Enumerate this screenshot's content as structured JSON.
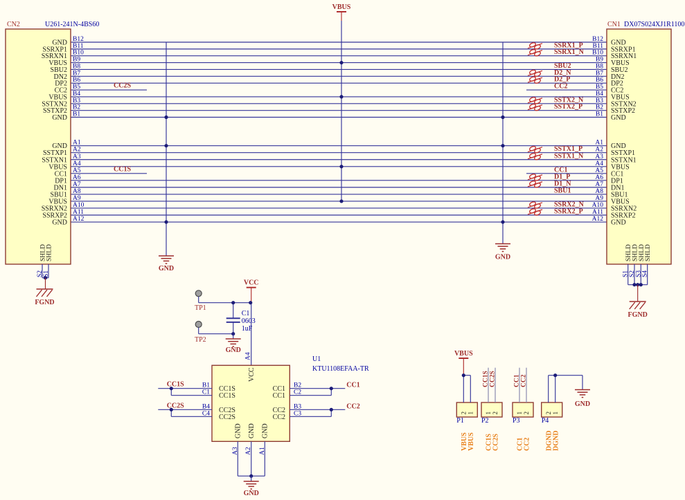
{
  "colors": {
    "background": "#FFFDF2",
    "wire": "#34349A",
    "wire_light": "#8585AD",
    "junction": "#1C1C78",
    "red_label": "#9E2D2D",
    "power_red": "#B03030",
    "blue_text": "#0000A0",
    "pin_name": "#222222",
    "box_fill": "#FFFFC5",
    "box_border": "#8E3B34",
    "orange": "#E8821E",
    "tp_fill": "#9E9E9E",
    "tp_stroke": "#4A4A4A"
  },
  "power": {
    "vbus_top": "VBUS",
    "gnd_left": "GND",
    "gnd_right": "GND",
    "vcc": "VCC",
    "gnd_c1": "GND",
    "gnd_u1": "GND",
    "fgnd_left": "FGND",
    "fgnd_right": "FGND",
    "vbus_p1": "VBUS",
    "gnd_p4": "GND"
  },
  "connector_left": {
    "designator": "CN2",
    "part": "U261-241N-4BS60",
    "b_pins": [
      {
        "num": "B12",
        "name": "GND"
      },
      {
        "num": "B11",
        "name": "SSRXP1"
      },
      {
        "num": "B10",
        "name": "SSRXN1"
      },
      {
        "num": "B9",
        "name": "VBUS"
      },
      {
        "num": "B8",
        "name": "SBU2"
      },
      {
        "num": "B7",
        "name": "DN2"
      },
      {
        "num": "B6",
        "name": "DP2"
      },
      {
        "num": "B5",
        "name": "CC2"
      },
      {
        "num": "B4",
        "name": "VBUS"
      },
      {
        "num": "B3",
        "name": "SSTXN2"
      },
      {
        "num": "B2",
        "name": "SSTXP2"
      },
      {
        "num": "B1",
        "name": "GND"
      }
    ],
    "a_pins": [
      {
        "num": "A1",
        "name": "GND"
      },
      {
        "num": "A2",
        "name": "SSTXP1"
      },
      {
        "num": "A3",
        "name": "SSTXN1"
      },
      {
        "num": "A4",
        "name": "VBUS"
      },
      {
        "num": "A5",
        "name": "CC1"
      },
      {
        "num": "A6",
        "name": "DP1"
      },
      {
        "num": "A7",
        "name": "DN1"
      },
      {
        "num": "A8",
        "name": "SBU1"
      },
      {
        "num": "A9",
        "name": "VBUS"
      },
      {
        "num": "A10",
        "name": "SSRXN2"
      },
      {
        "num": "A11",
        "name": "SSRXP2"
      },
      {
        "num": "A12",
        "name": "GND"
      }
    ],
    "shield_names": [
      "SHLD",
      "SHLD"
    ],
    "shield_nums": [
      "S2",
      "S1"
    ]
  },
  "connector_right": {
    "designator": "CN1",
    "part": "DX07S024XJ1R1100",
    "b_pins": [
      {
        "num": "B12",
        "name": "GND",
        "net": "",
        "diff": false
      },
      {
        "num": "B11",
        "name": "SSRXP1",
        "net": "SSRX1_P",
        "diff": true
      },
      {
        "num": "B10",
        "name": "SSRXN1",
        "net": "SSRX1_N",
        "diff": true
      },
      {
        "num": "B9",
        "name": "VBUS",
        "net": "",
        "diff": false
      },
      {
        "num": "B8",
        "name": "SBU2",
        "net": "SBU2",
        "diff": false
      },
      {
        "num": "B7",
        "name": "DN2",
        "net": "D2_N",
        "diff": true
      },
      {
        "num": "B6",
        "name": "DP2",
        "net": "D2_P",
        "diff": true
      },
      {
        "num": "B5",
        "name": "CC2",
        "net": "CC2",
        "diff": false
      },
      {
        "num": "B4",
        "name": "VBUS",
        "net": "",
        "diff": false
      },
      {
        "num": "B3",
        "name": "SSTXN2",
        "net": "SSTX2_N",
        "diff": true
      },
      {
        "num": "B2",
        "name": "SSTXP2",
        "net": "SSTX2_P",
        "diff": true
      },
      {
        "num": "B1",
        "name": "GND",
        "net": "",
        "diff": false
      }
    ],
    "a_pins": [
      {
        "num": "A1",
        "name": "GND",
        "net": "",
        "diff": false
      },
      {
        "num": "A2",
        "name": "SSTXP1",
        "net": "SSTX1_P",
        "diff": true
      },
      {
        "num": "A3",
        "name": "SSTXN1",
        "net": "SSTX1_N",
        "diff": true
      },
      {
        "num": "A4",
        "name": "VBUS",
        "net": "",
        "diff": false
      },
      {
        "num": "A5",
        "name": "CC1",
        "net": "CC1",
        "diff": false
      },
      {
        "num": "A6",
        "name": "DP1",
        "net": "D1_P",
        "diff": true
      },
      {
        "num": "A7",
        "name": "DN1",
        "net": "D1_N",
        "diff": true
      },
      {
        "num": "A8",
        "name": "SBU1",
        "net": "SBU1",
        "diff": false
      },
      {
        "num": "A9",
        "name": "VBUS",
        "net": "",
        "diff": false
      },
      {
        "num": "A10",
        "name": "SSRXN2",
        "net": "SSRX2_N",
        "diff": true
      },
      {
        "num": "A11",
        "name": "SSRXP2",
        "net": "SSRX2_P",
        "diff": true
      },
      {
        "num": "A12",
        "name": "GND",
        "net": "",
        "diff": false
      }
    ],
    "shield_names": [
      "SHLD",
      "SHLD",
      "SHLD",
      "SHLD"
    ],
    "shield_nums": [
      "S1",
      "S2",
      "S3",
      "S4"
    ]
  },
  "stub_nets": {
    "left_b5": "CC2S",
    "left_a5": "CC1S"
  },
  "u1": {
    "designator": "U1",
    "part": "KTU1108EFAA-TR",
    "top_pin": {
      "num": "A4",
      "name": "VCC"
    },
    "left_pins": [
      {
        "num": "B1",
        "name": "CC1S"
      },
      {
        "num": "C1",
        "name": "CC1S"
      },
      {
        "num": "B4",
        "name": "CC2S"
      },
      {
        "num": "C4",
        "name": "CC2S"
      }
    ],
    "right_pins": [
      {
        "num": "B2",
        "name": "CC1"
      },
      {
        "num": "C2",
        "name": "CC1"
      },
      {
        "num": "B3",
        "name": "CC2"
      },
      {
        "num": "C3",
        "name": "CC2"
      }
    ],
    "bottom_pins": [
      {
        "num": "A3",
        "name": "GND"
      },
      {
        "num": "A2",
        "name": "GND"
      },
      {
        "num": "A1",
        "name": "GND"
      }
    ],
    "net_left_top": "CC1S",
    "net_left_bot": "CC2S",
    "net_right_top": "CC1",
    "net_right_bot": "CC2"
  },
  "c1": {
    "ref": "C1",
    "footprint": "0603",
    "value": "1uF"
  },
  "testpoints": [
    {
      "ref": "TP1"
    },
    {
      "ref": "TP2"
    }
  ],
  "headers": [
    {
      "ref": "P1",
      "pin_nums": [
        "2",
        "1"
      ],
      "ports": [
        "VBUS",
        "VBUS"
      ],
      "wire_nets": [
        "",
        ""
      ]
    },
    {
      "ref": "P2",
      "pin_nums": [
        "1",
        "2"
      ],
      "ports": [
        "CC1S",
        "CC2S"
      ],
      "wire_nets": [
        "CC1S",
        "CC2S"
      ]
    },
    {
      "ref": "P3",
      "pin_nums": [
        "1",
        "2"
      ],
      "ports": [
        "CC1",
        "CC2"
      ],
      "wire_nets": [
        "CC1",
        "CC2"
      ]
    },
    {
      "ref": "P4",
      "pin_nums": [
        "2",
        "1"
      ],
      "ports": [
        "DGND",
        "DGND"
      ],
      "wire_nets": [
        "",
        ""
      ]
    }
  ]
}
